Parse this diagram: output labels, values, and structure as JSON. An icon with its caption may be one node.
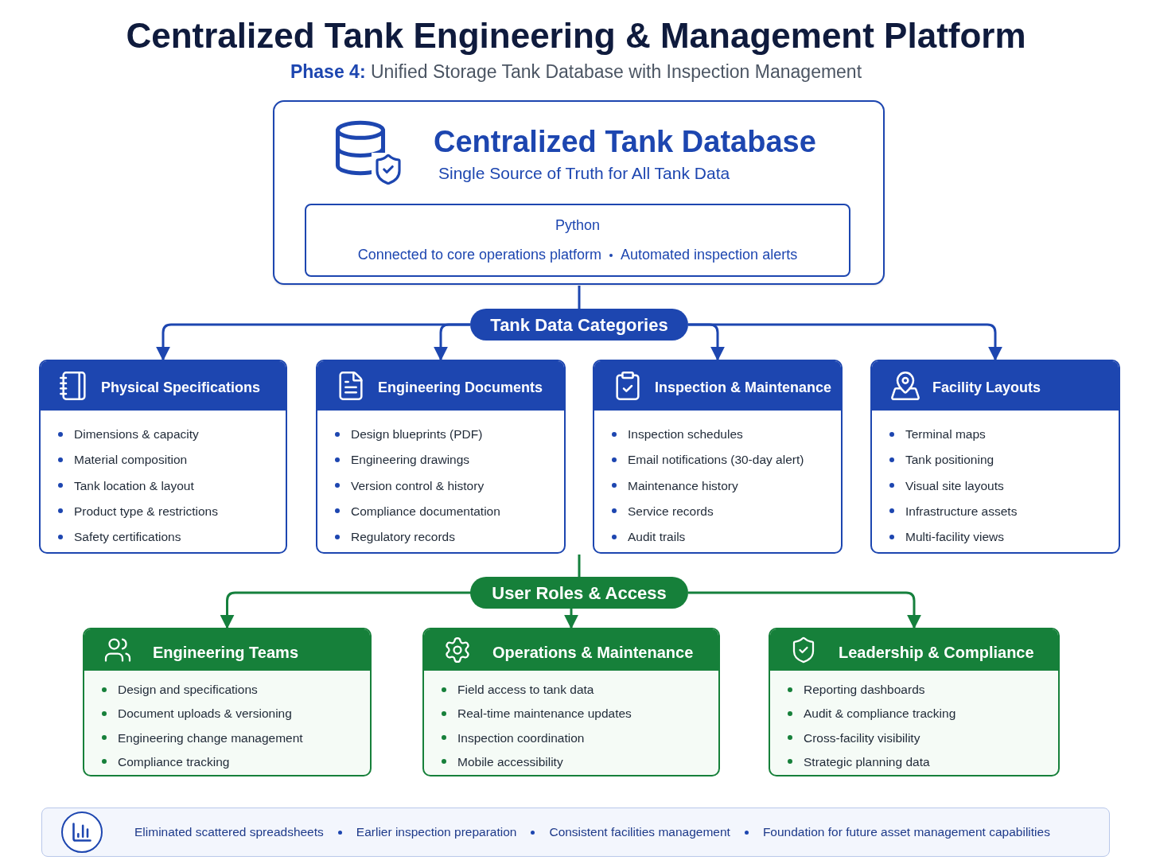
{
  "diagram": {
    "title": "Centralized Tank Engineering & Management Platform",
    "caption": "**Phase 4:** Unified Storage Tank Database with Inspection Management",
    "nodes": [
      {
        "text": [
          "Centralized Tank Database",
          "Single Source of Truth for All Tank Data"
        ]
      },
      {
        "text": [
          "Python",
          "Connected to core operations platform",
          "Automated inspection alerts"
        ],
        "in": 0
      },
      {
        "text": [
          "Tank Data Categories"
        ]
      },
      {
        "text": [
          "Physical Specifications",
          "Dimensions & capacity",
          "Material composition",
          "Tank location & layout",
          "Product type & restrictions",
          "Safety certifications"
        ]
      },
      {
        "text": [
          "Engineering Documents",
          "Design blueprints (PDF)",
          "Engineering drawings",
          "Version control & history",
          "Compliance documentation",
          "Regulatory records"
        ]
      },
      {
        "text": [
          "Inspection & Maintenance",
          "Inspection schedules",
          "Email notifications (30-day alert)",
          "Maintenance history",
          "Service records",
          "Audit trails"
        ]
      },
      {
        "text": [
          "Facility Layouts",
          "Terminal maps",
          "Tank positioning",
          "Visual site layouts",
          "Infrastructure assets",
          "Multi-facility views"
        ]
      },
      {
        "text": [
          "User Roles & Access"
        ]
      },
      {
        "text": [
          "Engineering Teams",
          "Design and specifications",
          "Document uploads & versioning",
          "Engineering change management",
          "Compliance tracking"
        ]
      },
      {
        "text": [
          "Operations & Maintenance",
          "Field access to tank data",
          "Real-time maintenance updates",
          "Inspection coordination",
          "Mobile accessibility"
        ]
      },
      {
        "text": [
          "Leadership & Compliance",
          "Reporting dashboards",
          "Audit & compliance tracking",
          "Cross-facility visibility",
          "Strategic planning data"
        ]
      },
      {
        "text": [
          "Eliminated scattered spreadsheets",
          "Earlier inspection preparation",
          "Consistent facilities management",
          "Foundation for future asset management capabilities"
        ]
      }
    ],
    "edges": [
      {
        "from": 0,
        "to": 2,
        "arrow": "none"
      },
      {
        "from": 2,
        "to": 3,
        "arrow": "to"
      },
      {
        "from": 2,
        "to": 4,
        "arrow": "to"
      },
      {
        "from": 2,
        "to": 5,
        "arrow": "to"
      },
      {
        "from": 2,
        "to": 6,
        "arrow": "to"
      },
      {
        "from": 4,
        "to": 7,
        "arrow": "none",
        "color": "#15803d"
      },
      {
        "from": 7,
        "to": 8,
        "arrow": "to",
        "color": "#15803d"
      },
      {
        "from": 7,
        "to": 9,
        "arrow": "to",
        "color": "#15803d"
      },
      {
        "from": 7,
        "to": 10,
        "arrow": "to",
        "color": "#15803d"
      }
    ]
  }
}
